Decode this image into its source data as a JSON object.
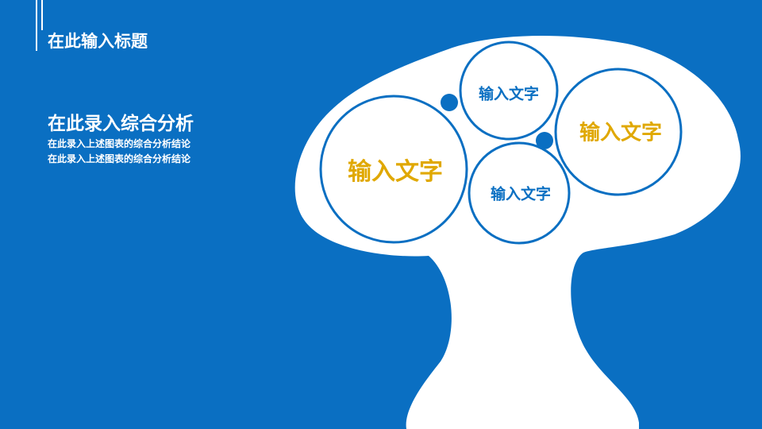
{
  "header": {
    "title": "在此输入标题"
  },
  "analysis": {
    "heading": "在此录入综合分析",
    "lines": [
      "在此录入上述图表的综合分析结论",
      "在此录入上述图表的综合分析结论"
    ]
  },
  "bubbles": [
    {
      "label": "输入文字",
      "color": "#0A6FC2"
    },
    {
      "label": "输入文字",
      "color": "#E0A800"
    },
    {
      "label": "输入文字",
      "color": "#E0A800"
    },
    {
      "label": "输入文字",
      "color": "#0A6FC2"
    }
  ],
  "colors": {
    "background": "#0A6FC2",
    "accent": "#E0A800",
    "tree": "#ffffff"
  }
}
